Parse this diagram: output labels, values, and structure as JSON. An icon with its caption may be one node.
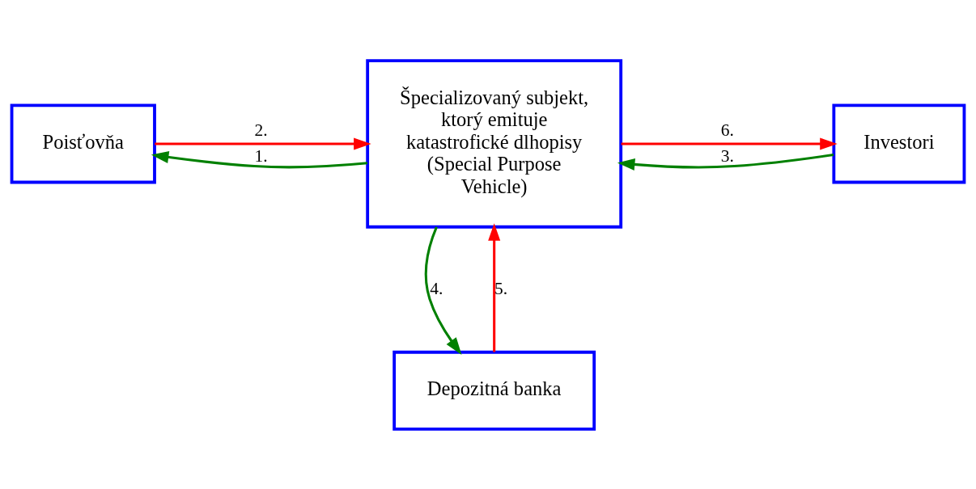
{
  "diagram": {
    "nodes": [
      {
        "text": [
          "Poisťovňa"
        ]
      },
      {
        "text": [
          "Špecializovaný subjekt, ktorý emituje katastrofické dlhopisy (Special Purpose Vehicle)"
        ]
      },
      {
        "text": [
          "Investori"
        ]
      },
      {
        "text": [
          "Depozitná banka"
        ]
      }
    ],
    "edges": [
      {
        "from": 0,
        "to": 1,
        "arrow": "to",
        "label": "2.",
        "color": "#ff0000"
      },
      {
        "from": 1,
        "to": 0,
        "arrow": "to",
        "label": "1.",
        "color": "#008000"
      },
      {
        "from": 1,
        "to": 2,
        "arrow": "to",
        "label": "6.",
        "color": "#ff0000"
      },
      {
        "from": 2,
        "to": 1,
        "arrow": "to",
        "label": "3.",
        "color": "#008000"
      },
      {
        "from": 1,
        "to": 3,
        "arrow": "to",
        "label": "4.",
        "color": "#008000"
      },
      {
        "from": 3,
        "to": 1,
        "arrow": "to",
        "label": "5.",
        "color": "#ff0000"
      }
    ]
  }
}
